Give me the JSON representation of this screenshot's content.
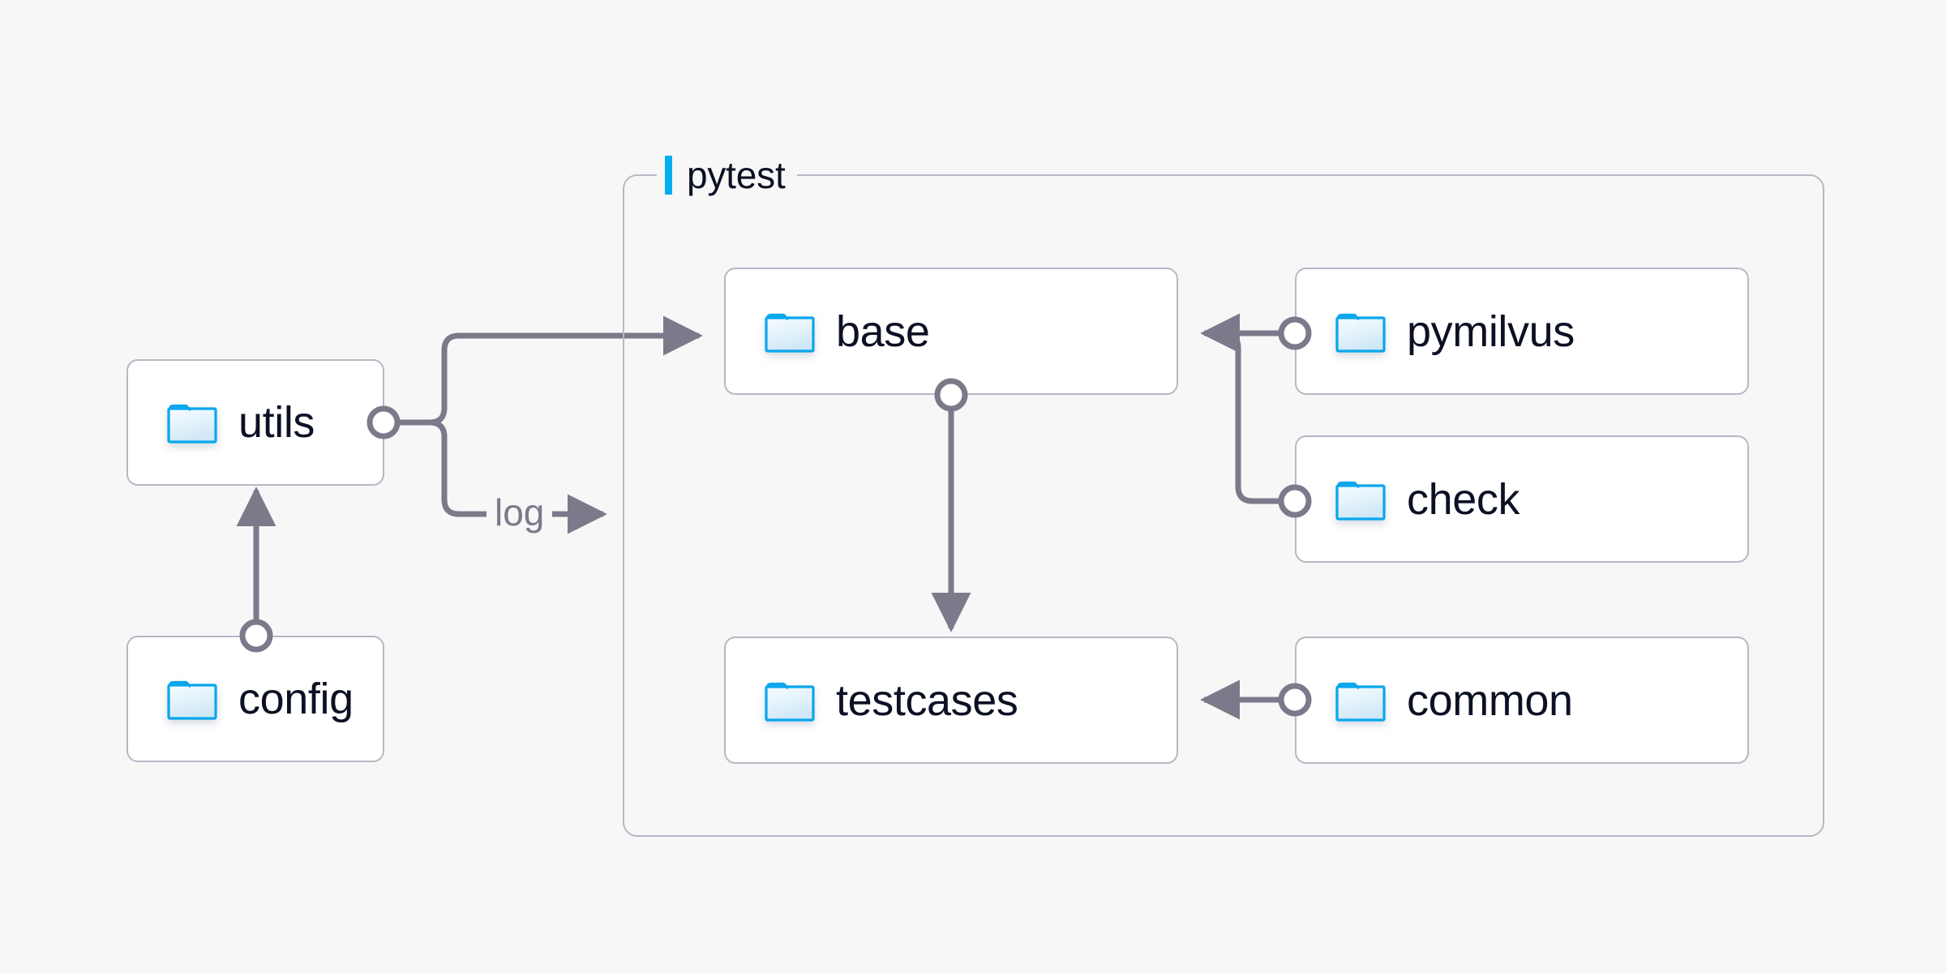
{
  "diagram": {
    "type": "dependency-graph",
    "background_color": "#f7f7f8",
    "node_border_color": "#b9b7c4",
    "node_fill_color": "#ffffff",
    "edge_color": "#7a7a8a",
    "accent_color": "#00adef",
    "text_color": "#0c1024",
    "icon_name": "folder-icon"
  },
  "group": {
    "label": "pytest",
    "accent_color": "#00adef"
  },
  "nodes": [
    {
      "id": "utils",
      "label": "utils",
      "icon": "folder-icon"
    },
    {
      "id": "config",
      "label": "config",
      "icon": "folder-icon"
    },
    {
      "id": "base",
      "label": "base",
      "icon": "folder-icon"
    },
    {
      "id": "testcases",
      "label": "testcases",
      "icon": "folder-icon"
    },
    {
      "id": "pymilvus",
      "label": "pymilvus",
      "icon": "folder-icon"
    },
    {
      "id": "check",
      "label": "check",
      "icon": "folder-icon"
    },
    {
      "id": "common",
      "label": "common",
      "icon": "folder-icon"
    }
  ],
  "edges": [
    {
      "from": "config",
      "to": "utils",
      "label": ""
    },
    {
      "from": "utils",
      "to": "base",
      "label": ""
    },
    {
      "from": "utils",
      "to": "pytest",
      "label": "log"
    },
    {
      "from": "base",
      "to": "testcases",
      "label": ""
    },
    {
      "from": "pymilvus",
      "to": "base",
      "label": ""
    },
    {
      "from": "check",
      "to": "base",
      "label": ""
    },
    {
      "from": "common",
      "to": "testcases",
      "label": ""
    }
  ],
  "edge_labels": {
    "log": "log"
  }
}
